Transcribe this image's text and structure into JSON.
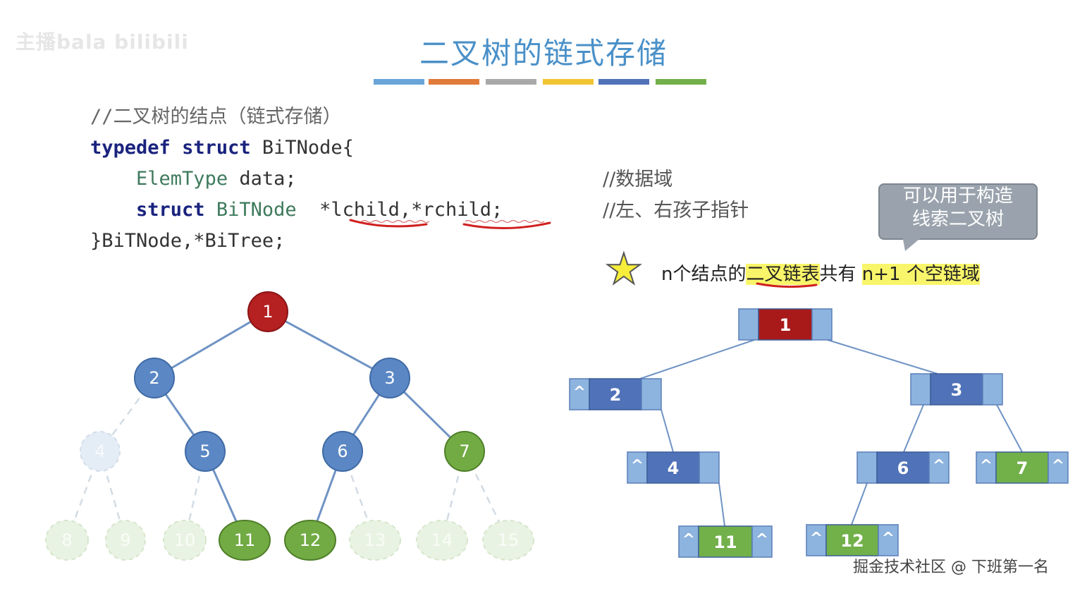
{
  "watermark": "主播bala  bilibili",
  "page_title": "二叉树的链式存储",
  "color_bar": [
    "#6aa5d8",
    "#e07b39",
    "#a9a9a9",
    "#f2c431",
    "#4f72b8",
    "#72b04a"
  ],
  "code": {
    "comment": "//二叉树的结点（链式存储）",
    "l2_kw1": "typedef",
    "l2_kw2": "struct",
    "l2_name": " BiTNode{",
    "l3_type": "ElemType",
    "l3_rest": " data;",
    "l4_kw": "struct",
    "l4_type": " BiTNode",
    "l4_rest": "  *lchild,*rchild;",
    "l5": "}BiTNode,*BiTree;",
    "cm_data": "//数据域",
    "cm_ptr": "//左、右孩子指针"
  },
  "callout": {
    "line1": "可以用于构造",
    "line2": "线索二叉树"
  },
  "statement": {
    "pre": "n个结点的",
    "hl1": "二叉链表",
    "mid": "共有 ",
    "hl2": "n+1 个空链域"
  },
  "footer_watermark": "掘金技术社区 @ 下班第一名",
  "colors": {
    "red": "#b52020",
    "blue": "#5b87c4",
    "green": "#72ab43",
    "light_blue": "#8db3df",
    "faded_green": "#e9f3e3"
  },
  "tree": {
    "nodes": [
      {
        "label": "1",
        "kind": "red"
      },
      {
        "label": "2",
        "kind": "blue"
      },
      {
        "label": "3",
        "kind": "blue"
      },
      {
        "label": "4",
        "kind": "faded-blue"
      },
      {
        "label": "5",
        "kind": "blue"
      },
      {
        "label": "6",
        "kind": "blue"
      },
      {
        "label": "7",
        "kind": "green"
      },
      {
        "label": "8",
        "kind": "faded-green"
      },
      {
        "label": "9",
        "kind": "faded-green"
      },
      {
        "label": "10",
        "kind": "faded-green"
      },
      {
        "label": "11",
        "kind": "green"
      },
      {
        "label": "12",
        "kind": "green"
      },
      {
        "label": "13",
        "kind": "faded-green"
      },
      {
        "label": "14",
        "kind": "faded-green"
      },
      {
        "label": "15",
        "kind": "faded-green"
      }
    ]
  },
  "linked_list": {
    "nodes": [
      {
        "label": "1",
        "kind": "red",
        "left": "",
        "right": ""
      },
      {
        "label": "2",
        "kind": "blue",
        "left": "^",
        "right": ""
      },
      {
        "label": "3",
        "kind": "blue",
        "left": "",
        "right": ""
      },
      {
        "label": "4",
        "kind": "blue",
        "left": "^",
        "right": ""
      },
      {
        "label": "6",
        "kind": "blue",
        "left": "",
        "right": "^"
      },
      {
        "label": "7",
        "kind": "green",
        "left": "^",
        "right": "^"
      },
      {
        "label": "11",
        "kind": "green",
        "left": "^",
        "right": "^"
      },
      {
        "label": "12",
        "kind": "green",
        "left": "^",
        "right": "^"
      }
    ]
  }
}
